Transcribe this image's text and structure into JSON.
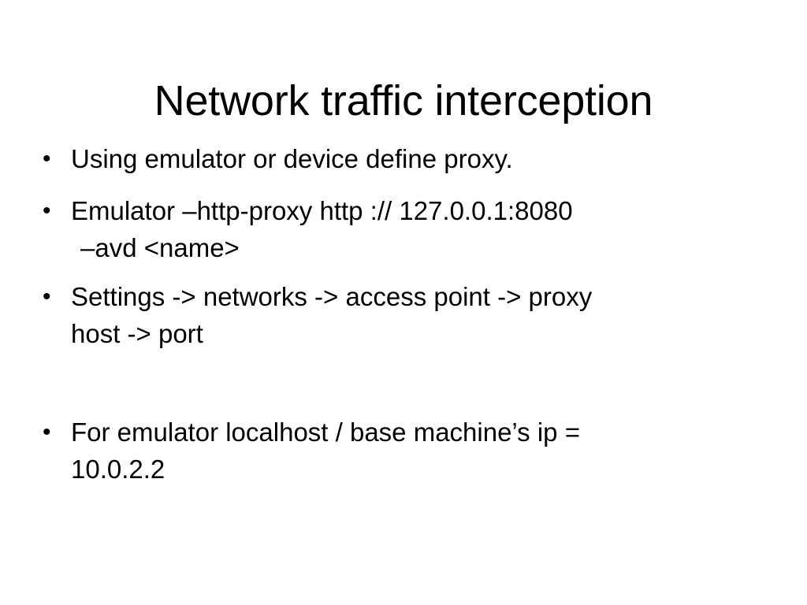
{
  "slide": {
    "title": "Network traffic interception",
    "bullet_marker": "•",
    "text_color": "#000000",
    "background_color": "#ffffff",
    "bullets": [
      {
        "line1": "Using emulator or device define proxy.",
        "line2": ""
      },
      {
        "line1": "Emulator –http-proxy http :// 127.0.0.1:8080",
        "line2": "–avd <name>"
      },
      {
        "line1": "Settings -> networks -> access point -> proxy",
        "line2": "host -> port"
      },
      {
        "line1": "For emulator localhost / base machine’s ip =",
        "line2": "10.0.2.2"
      }
    ]
  }
}
